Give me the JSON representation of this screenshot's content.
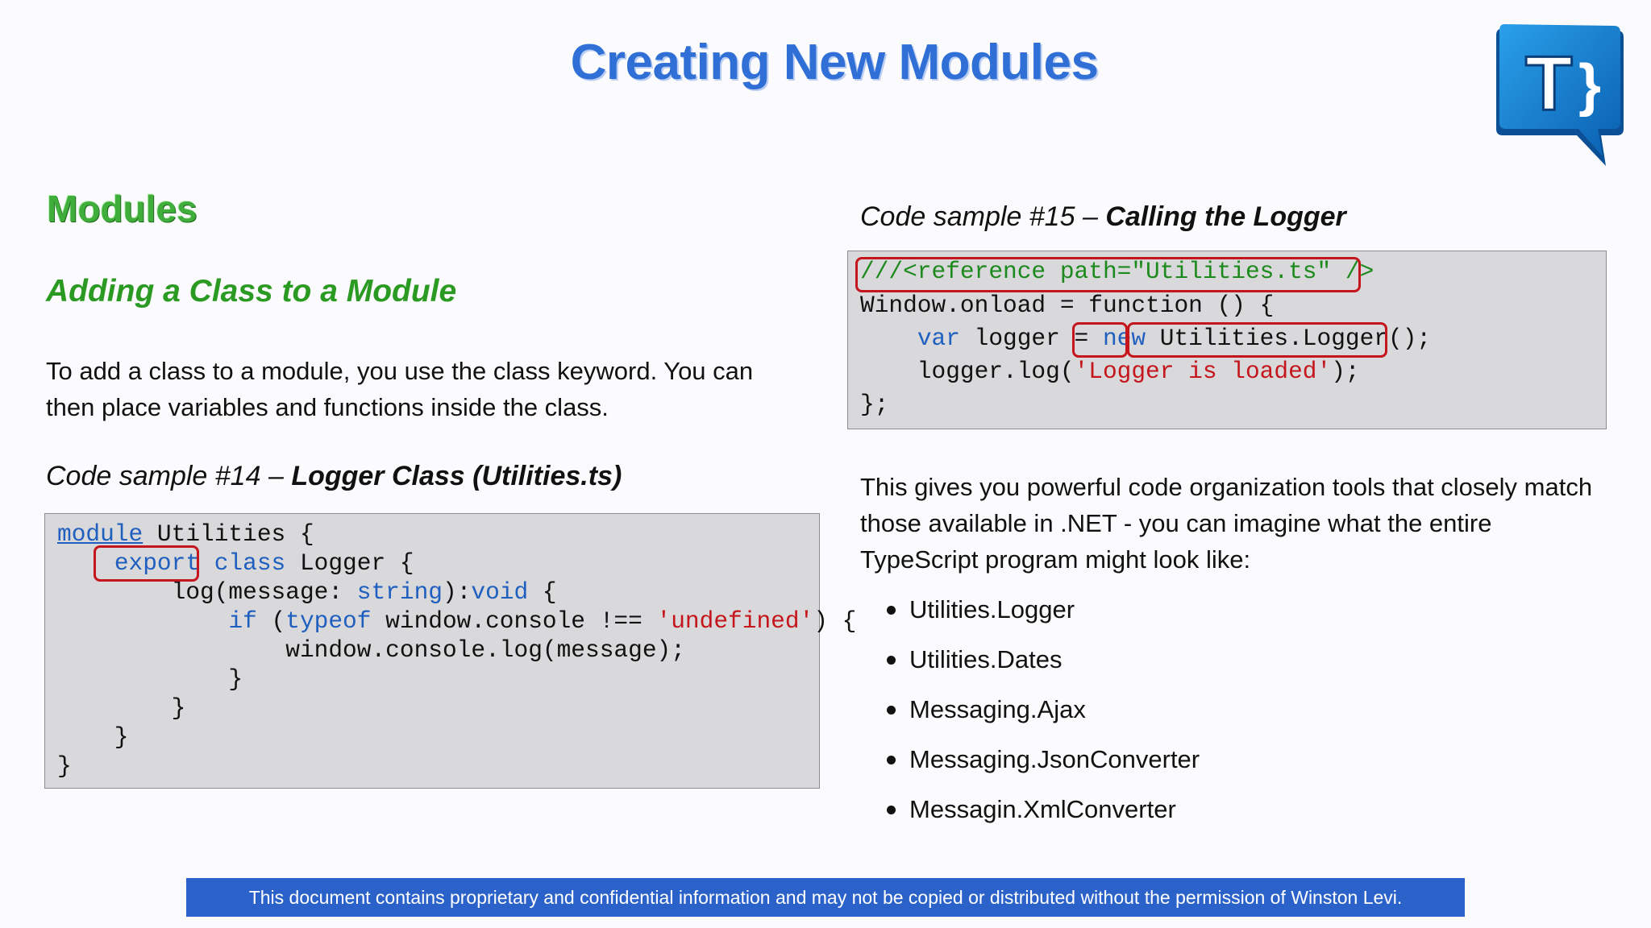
{
  "slide": {
    "title": "Creating New Modules",
    "logo": {
      "icon": "typescript-speech-bubble-logo",
      "letter": "T",
      "brace": "}"
    },
    "section_heading": "Modules",
    "sub_heading": "Adding a Class to a Module",
    "intro_text": "To add a class to a module, you use the class keyword. You can then place variables and functions inside the class.",
    "code_sample_14": {
      "caption_prefix": "Code sample #14 – ",
      "caption_title": "Logger Class (Utilities.ts)",
      "lines": [
        [
          "module",
          " Utilities {"
        ],
        [
          "    ",
          "export",
          " ",
          "class",
          " Logger {"
        ],
        [
          "        log(message: ",
          "string",
          "):",
          "void",
          " {"
        ],
        [
          "            ",
          "if",
          " (",
          "typeof",
          " window.console !== ",
          "'undefined'",
          ") {"
        ],
        [
          "                window.console.log(message);"
        ],
        [
          "            }"
        ],
        [
          "        }"
        ],
        [
          "    }"
        ],
        [
          "}"
        ]
      ]
    },
    "code_sample_15": {
      "caption_prefix": "Code sample #15 – ",
      "caption_title": "Calling the Logger",
      "lines": [
        [
          "///<reference path=\"Utilities.ts\" />"
        ],
        [
          "Window.onload = function () {"
        ],
        [
          "    ",
          "var",
          " logger = ",
          "new",
          " Utilities.Logger();"
        ],
        [
          "    logger.log(",
          "'Logger is loaded'",
          ");"
        ],
        [
          "};"
        ]
      ]
    },
    "body_text": "This gives you powerful code organization tools that closely match those available in .NET - you can imagine what the entire TypeScript program might look like:",
    "bullets": [
      "Utilities.Logger",
      "Utilities.Dates",
      "Messaging.Ajax",
      "Messaging.JsonConverter",
      "Messagin.XmlConverter"
    ],
    "footer": "This document contains proprietary and confidential information and may not be copied or distributed without the permission of Winston Levi.",
    "colors": {
      "title": "#2f6fd6",
      "section_heading": "#3fae3a",
      "sub_heading": "#2a9a22",
      "keyword": "#1f5fbf",
      "string": "#c4161c",
      "comment": "#1c8a1c",
      "highlight_box": "#c4161c",
      "code_background": "#d9d8da",
      "footer_background": "#2b62c9"
    }
  }
}
